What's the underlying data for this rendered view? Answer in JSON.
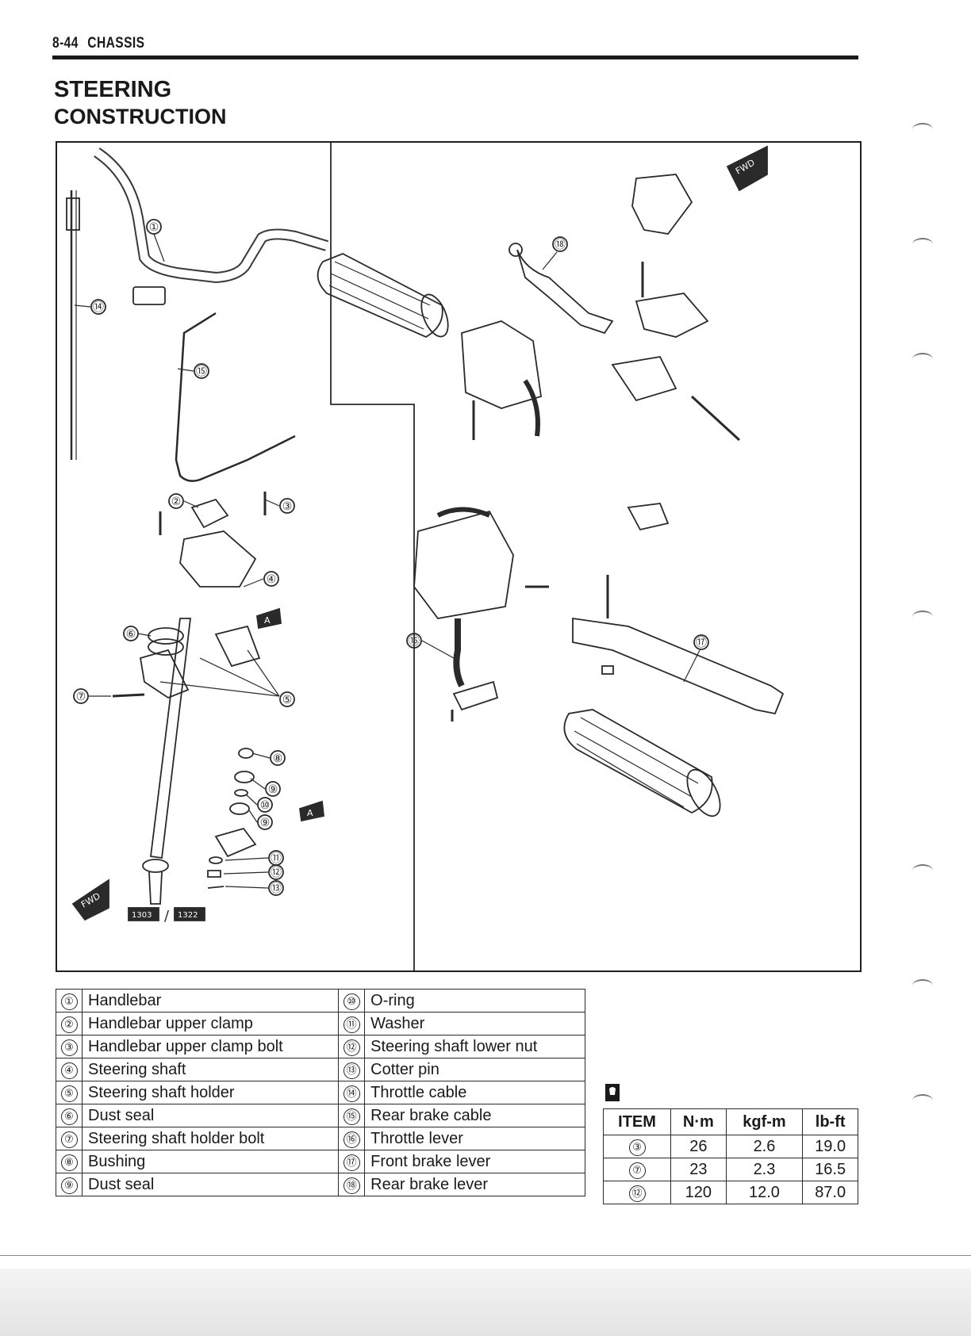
{
  "header": {
    "page_number": "8-44",
    "section": "CHASSIS"
  },
  "title": "STEERING",
  "subtitle": "CONSTRUCTION",
  "diagram": {
    "callouts": [
      "①",
      "②",
      "③",
      "④",
      "⑤",
      "⑥",
      "⑦",
      "⑧",
      "⑨",
      "⑩",
      "⑪",
      "⑫",
      "⑬",
      "⑭",
      "⑮",
      "⑯",
      "⑰",
      "⑱"
    ],
    "fwd_label": "FWD",
    "grease_label": "A",
    "tool_codes": [
      "1303",
      "1322"
    ]
  },
  "parts": [
    {
      "no": "①",
      "name": "Handlebar"
    },
    {
      "no": "②",
      "name": "Handlebar upper clamp"
    },
    {
      "no": "③",
      "name": "Handlebar upper clamp bolt"
    },
    {
      "no": "④",
      "name": "Steering shaft"
    },
    {
      "no": "⑤",
      "name": "Steering shaft holder"
    },
    {
      "no": "⑥",
      "name": "Dust seal"
    },
    {
      "no": "⑦",
      "name": "Steering shaft holder bolt"
    },
    {
      "no": "⑧",
      "name": "Bushing"
    },
    {
      "no": "⑨",
      "name": "Dust seal"
    },
    {
      "no": "⑩",
      "name": "O-ring"
    },
    {
      "no": "⑪",
      "name": "Washer"
    },
    {
      "no": "⑫",
      "name": "Steering shaft lower nut"
    },
    {
      "no": "⑬",
      "name": "Cotter pin"
    },
    {
      "no": "⑭",
      "name": "Throttle cable"
    },
    {
      "no": "⑮",
      "name": "Rear brake cable"
    },
    {
      "no": "⑯",
      "name": "Throttle lever"
    },
    {
      "no": "⑰",
      "name": "Front brake lever"
    },
    {
      "no": "⑱",
      "name": "Rear brake lever"
    }
  ],
  "torque": {
    "headers": [
      "ITEM",
      "N·m",
      "kgf-m",
      "lb-ft"
    ],
    "rows": [
      {
        "item": "③",
        "nm": "26",
        "kgfm": "2.6",
        "lbft": "19.0"
      },
      {
        "item": "⑦",
        "nm": "23",
        "kgfm": "2.3",
        "lbft": "16.5"
      },
      {
        "item": "⑫",
        "nm": "120",
        "kgfm": "12.0",
        "lbft": "87.0"
      }
    ]
  }
}
